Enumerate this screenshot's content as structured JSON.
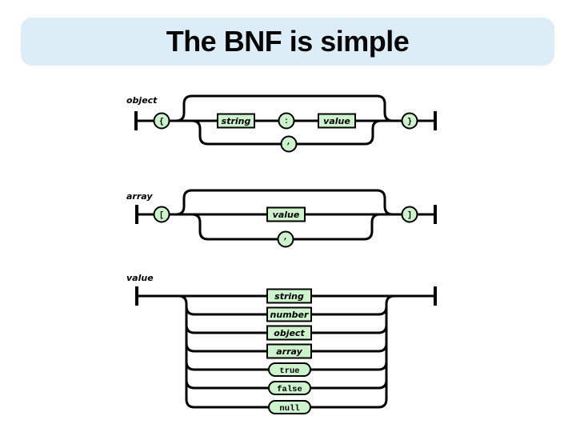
{
  "title": "The BNF is simple",
  "colors": {
    "title_bg": "#ddedf8",
    "title_text": "#060606",
    "node_fill": "#ccf3cc",
    "diagram_line": "#000000",
    "background": "#ffffff"
  },
  "diagrams": {
    "object": {
      "label": "object",
      "open_brace": "{",
      "string_box": "string",
      "colon": ":",
      "value_box": "value",
      "comma": ",",
      "close_brace": "}"
    },
    "array": {
      "label": "array",
      "open_bracket": "[",
      "value_box": "value",
      "comma": ",",
      "close_bracket": "]"
    },
    "value": {
      "label": "value",
      "alternatives": [
        "string",
        "number",
        "object",
        "array",
        "true",
        "false",
        "null"
      ]
    }
  }
}
